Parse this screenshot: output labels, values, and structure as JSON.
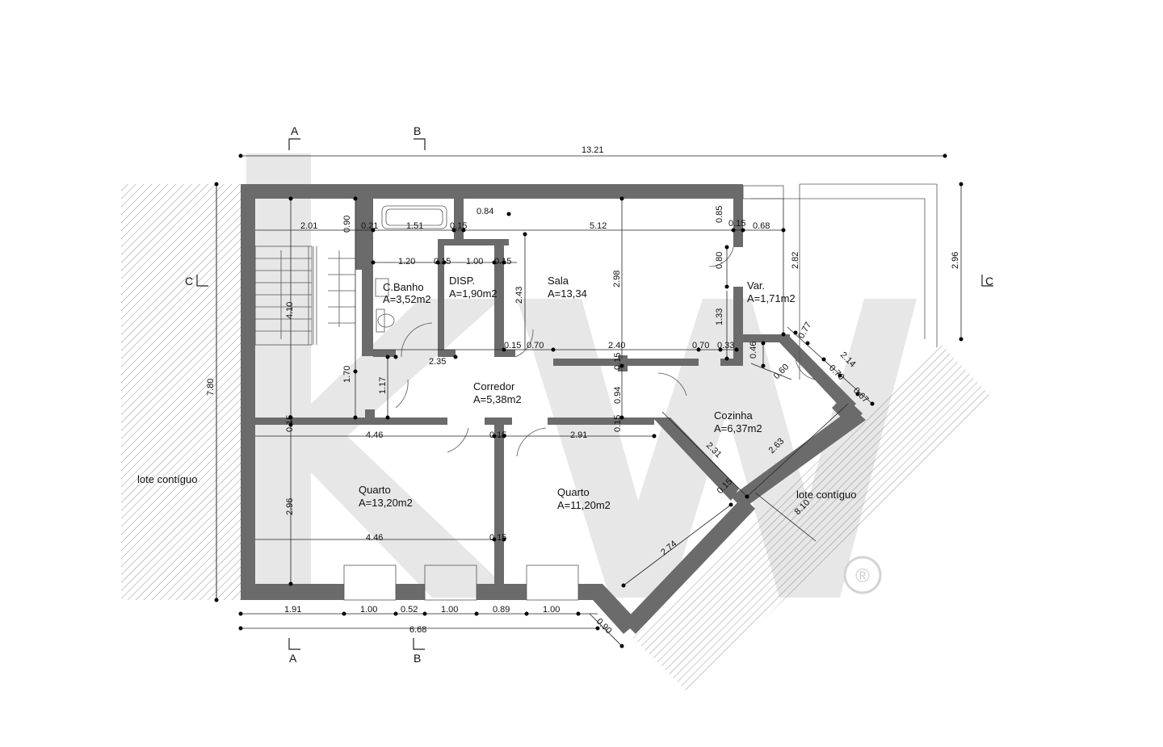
{
  "sections": {
    "a": "A",
    "b": "B",
    "c": "C"
  },
  "dims": {
    "overall_width": "13.21",
    "overall_depth": "7.80",
    "bottom_total": "6.68",
    "b191": "1.91",
    "b100a": "1.00",
    "b052": "0.52",
    "b100b": "1.00",
    "b089": "0.89",
    "b100c": "1.00",
    "b090": "0.90",
    "t201": "2.01",
    "t090": "0.90",
    "t021": "0.21",
    "t151": "1.51",
    "t015a": "0.15",
    "t084": "0.84",
    "t512": "5.12",
    "t085": "0.85",
    "t015b": "0.15",
    "t068": "0.68",
    "m120": "1.20",
    "m015a": "0.15",
    "m100": "1.00",
    "m015b": "0.15",
    "v410": "4.10",
    "v243": "2.43",
    "v298": "2.98",
    "v080": "0.80",
    "v282": "2.82",
    "v296r": "2.96",
    "v133": "1.33",
    "c015a": "0.15",
    "c070a": "0.70",
    "c240": "2.40",
    "c070b": "0.70",
    "c033": "0.33",
    "c235": "2.35",
    "c015b": "0.15",
    "v170": "1.70",
    "v117": "1.17",
    "v094": "0.94",
    "v046": "0.46",
    "v060": "0.60",
    "d077": "0.77",
    "d214": "2.14",
    "d070": "0.70",
    "d067": "0.67",
    "w015a": "0.15",
    "w446a": "4.46",
    "w015b": "0.15",
    "w291": "2.91",
    "w015c": "0.15",
    "v296": "2.96",
    "w446b": "4.46",
    "w015d": "0.15",
    "k231": "2.31",
    "k263": "2.63",
    "k015": "0.15",
    "k274": "2.74",
    "k810": "8.10"
  },
  "rooms": {
    "banho": {
      "name": "C.Banho",
      "area": "A=3,52m2"
    },
    "disp": {
      "name": "DISP.",
      "area": "A=1,90m2"
    },
    "sala": {
      "name": "Sala",
      "area": "A=13,34"
    },
    "var": {
      "name": "Var.",
      "area": "A=1,71m2"
    },
    "corredor": {
      "name": "Corredor",
      "area": "A=5,38m2"
    },
    "cozinha": {
      "name": "Cozinha",
      "area": "A=6,37m2"
    },
    "quarto1": {
      "name": "Quarto",
      "area": "A=13,20m2"
    },
    "quarto2": {
      "name": "Quarto",
      "area": "A=11,20m2"
    }
  },
  "labels": {
    "lote_left": "lote contíguo",
    "lote_right": "lote contíguo"
  },
  "watermark": {
    "text": "kw",
    "mark": "®"
  }
}
